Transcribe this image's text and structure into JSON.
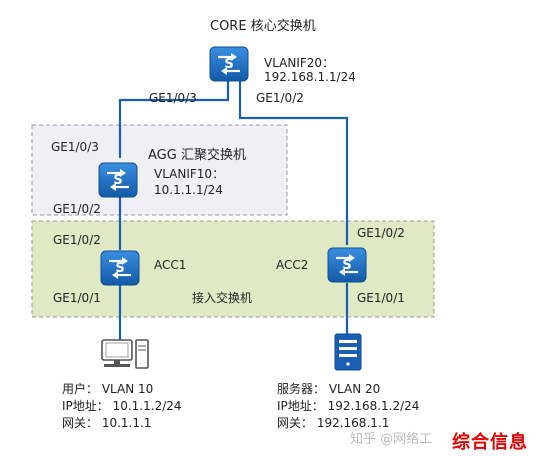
{
  "core": {
    "title": "CORE  核心交换机",
    "vlanif_label": "VLANIF20：",
    "vlanif_ip": "192.168.1.1/24",
    "port_left": "GE1/0/3",
    "port_right": "GE1/0/2"
  },
  "agg": {
    "title": "AGG  汇聚交换机",
    "port_up": "GE1/0/3",
    "port_down": "GE1/0/2",
    "vlanif_label": "VLANIF10：",
    "vlanif_ip": "10.1.1.1/24"
  },
  "access_group": {
    "title": "接入交换机",
    "acc1": {
      "name": "ACC1",
      "port_up": "GE1/0/2",
      "port_down": "GE1/0/1"
    },
    "acc2": {
      "name": "ACC2",
      "port_up": "GE1/0/2",
      "port_down": "GE1/0/1"
    }
  },
  "user": {
    "line1": "用户：  VLAN 10",
    "line2": "IP地址：  10.1.1.2/24",
    "line3": "网关：  10.1.1.1"
  },
  "server": {
    "line1": "服务器：  VLAN 20",
    "line2": "IP地址：  192.168.1.2/24",
    "line3": "网关：  192.168.1.1"
  },
  "watermark": {
    "text1": "知乎 @网络工",
    "red_text": "综合信息"
  },
  "colors": {
    "switch_blue": "#1a6fc4",
    "link_blue": "#1a5fb4",
    "agg_zone_fill": "#f0eff5",
    "access_zone_fill": "#dfe9c4",
    "zone_border": "#9a9a9a",
    "red_accent": "#e00000"
  }
}
